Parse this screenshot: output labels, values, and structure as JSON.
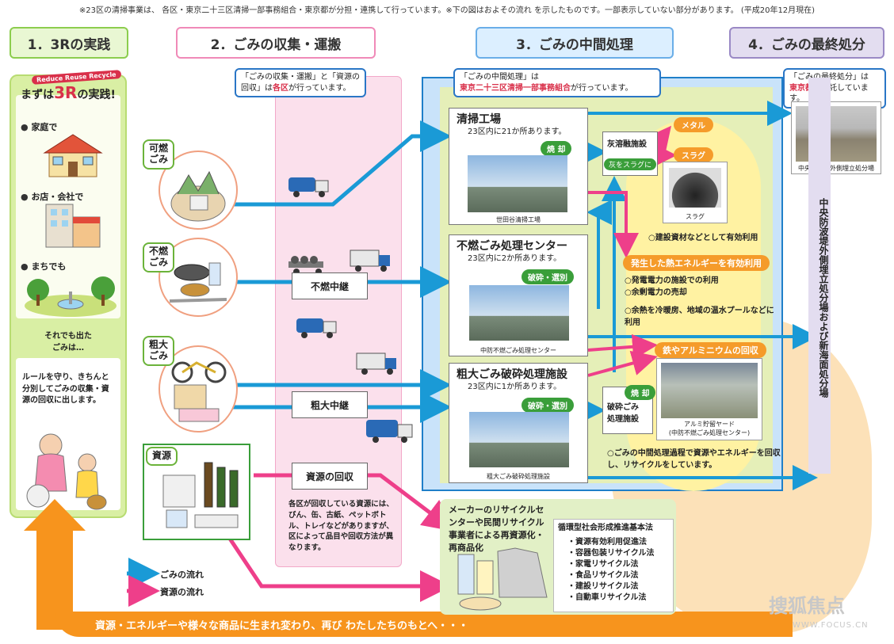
{
  "top_note": "※23区の清掃事業は、 各区・東京二十三区清掃一部事務組合・東京都が分担・連携して行っています。※下の図はおよその流れ を示したものです。一部表示していない部分があります。 (平成20年12月現在)",
  "headers": {
    "h1": "1．3Rの実践",
    "h2": "2．ごみの収集・運搬",
    "h3": "3．ごみの中間処理",
    "h4": "4．ごみの最終処分"
  },
  "panel_3r": {
    "badge": "Reduce Reuse Recycle",
    "title_prefix": "まずは",
    "title_big": "3R",
    "title_suffix": "の実践!",
    "home": "家庭で",
    "shop": "お店・会社で",
    "town": "まちでも",
    "still": "それでも出た\nごみは…",
    "rule": "ルールを守り、きちんと分別してごみの収集・資源の回収に出します。"
  },
  "waste_types": {
    "burnable": "可燃\nごみ",
    "nonburnable": "不燃\nごみ",
    "bulky": "粗大\nごみ",
    "resource": "資源"
  },
  "collection": {
    "callout_a": "「ごみの収集・運搬」と「資源の回収」は",
    "callout_b": "各区",
    "callout_c": "が行っています。",
    "relay_nonburn": "不燃中継",
    "relay_bulky": "粗大中継",
    "resource_collect": "資源の回収",
    "resource_note": "各区が回収している資源には、びん、缶、古紙、ペットボトル、トレイなどがありますが、区によって品目や回収方法が異なります。"
  },
  "intermediate": {
    "callout_a": "「ごみの中間処理」は",
    "callout_b": "東京二十三区清掃一部事務組合",
    "callout_c": "が行っています。",
    "plant_title": "清掃工場",
    "plant_count": "23区内に21か所あります。",
    "plant_tag": "焼 却",
    "plant_photo": "世田谷清掃工場",
    "nb_title": "不燃ごみ処理センター",
    "nb_count": "23区内に2か所あります。",
    "nb_tag": "破砕・選別",
    "nb_photo": "中防不燃ごみ処理センター",
    "bulky_title": "粗大ごみ破砕処理施設",
    "bulky_count": "23区内に1か所あります。",
    "bulky_tag": "破砕・選別",
    "bulky_photo": "粗大ごみ破砕処理施設",
    "ash_melt": "灰溶融施設",
    "ash_to_slag": "灰をスラグに",
    "metal": "メタル",
    "slag": "スラグ",
    "slag_photo": "スラグ",
    "slag_use": "○建設資材などとして有効利用",
    "heat": "発生した熱エネルギーを有効利用",
    "heat_1": "○発電電力の施設での利用",
    "heat_2": "○余剰電力の売却",
    "heat_3": "○余熱を冷暖房、地域の温水プールなどに利用",
    "iron_alu": "鉄やアルミニウムの回収",
    "alu_yard": "アルミ貯留ヤード\n(中防不燃ごみ処理センター)",
    "incin_tag": "焼 却",
    "bulky_incin": "破砕ごみ\n処理施設",
    "summary": "○ごみの中間処理過程で資源やエネルギーを回収し、リサイクルをしています。"
  },
  "final": {
    "callout_a": "「ごみの最終処分」は",
    "callout_b": "東京都",
    "callout_c": "に委託しています。",
    "photo_caption": "中央防波堤外側埋立処分場",
    "vertical": "中央防波堤外側埋立処分場および新海面処分場"
  },
  "recycle": {
    "title": "メーカーのリサイクルセンターや民間リサイクル事業者による再資源化・再商品化",
    "law_title": "循環型社会形成推進基本法",
    "laws": [
      "・資源有効利用促進法",
      "・容器包装リサイクル法",
      "・家電リサイクル法",
      "・食品リサイクル法",
      "・建設リサイクル法",
      "・自動車リサイクル法"
    ]
  },
  "legend": {
    "waste": "ごみの流れ",
    "resource": "資源の流れ"
  },
  "bottom": "資源・エネルギーや様々な商品に生まれ変わり、再び わたしたちのもとへ・・・",
  "watermark": "搜狐焦点",
  "watermark_url": "WWW.FOCUS.CN",
  "colors": {
    "waste_flow": "#1a9ad6",
    "resource_flow": "#ee3f8a",
    "orange": "#f7941d"
  }
}
